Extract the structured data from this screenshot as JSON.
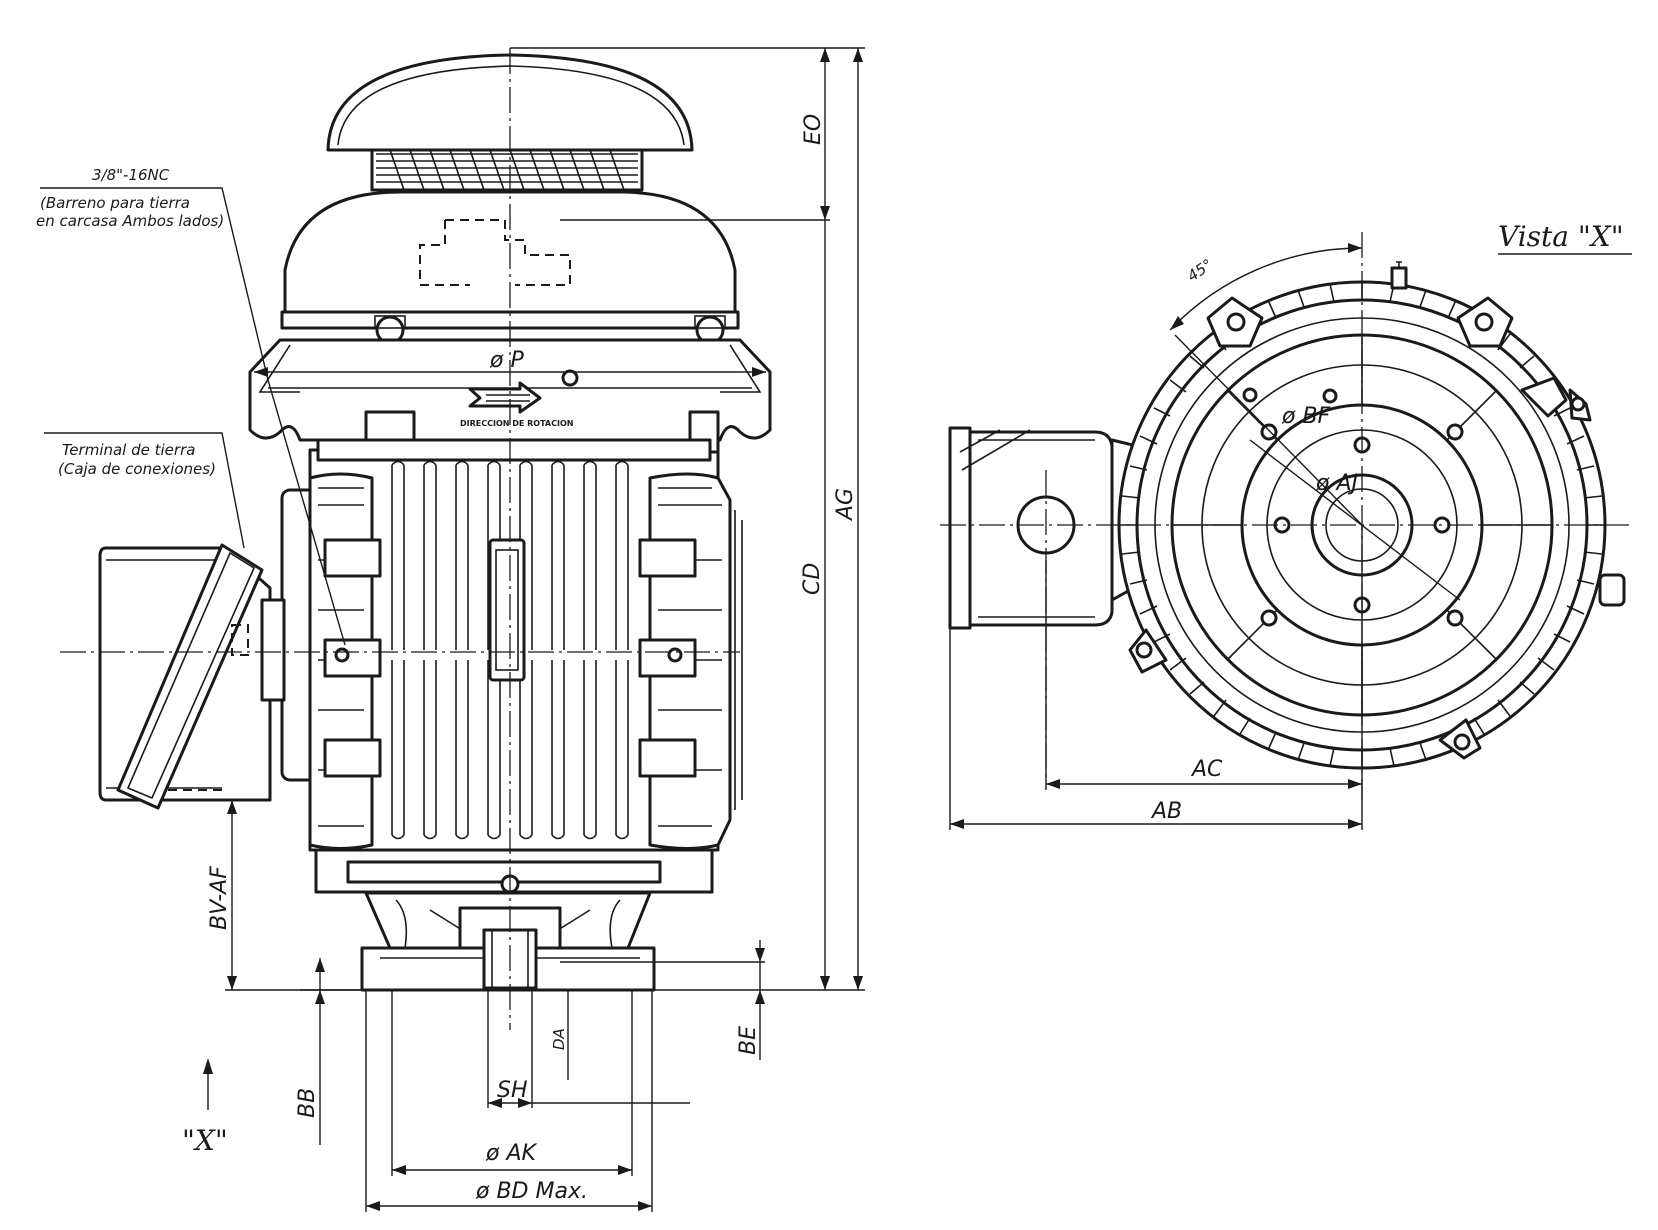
{
  "view_title": "Vista \"X\"",
  "view_arrow_label": "\"X\"",
  "notes": {
    "ground_hole_spec": "3/8\"-16NC",
    "ground_hole_desc_1": "(Barreno para tierra",
    "ground_hole_desc_2": "en carcasa Ambos lados)",
    "ground_terminal_1": "Terminal de tierra",
    "ground_terminal_2": "(Caja de conexiones)",
    "rotation": "DIRECCION DE ROTACION"
  },
  "dimensions": {
    "eo": "EO",
    "ag": "AG",
    "cd": "CD",
    "p": "ø P",
    "bv_af": "BV-AF",
    "bb": "BB",
    "be": "BE",
    "da": "DA",
    "sh": "SH",
    "ak": "ø AK",
    "bd": "ø BD Max.",
    "ac": "AC",
    "ab": "AB",
    "bf": "ø BF",
    "aj": "ø AJ",
    "angle": "45°"
  }
}
